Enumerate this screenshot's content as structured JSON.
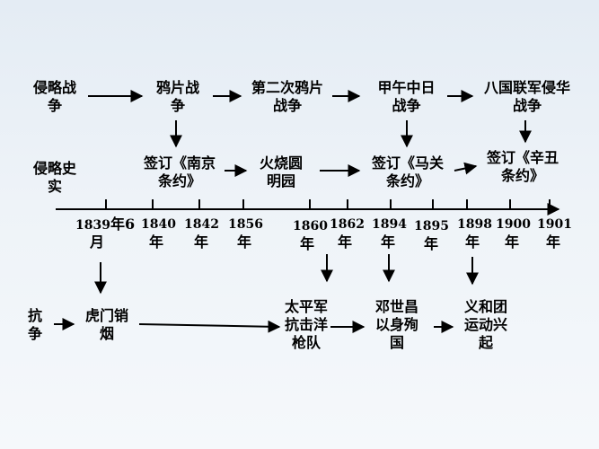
{
  "row_titles": {
    "aggression_war": [
      "侵略战",
      "争"
    ],
    "aggression_history": [
      "侵略史",
      "实"
    ],
    "resistance": [
      "抗",
      "争"
    ]
  },
  "wars": [
    {
      "lines": [
        "鸦片战",
        "争"
      ]
    },
    {
      "lines": [
        "第二次鸦片",
        "战争"
      ]
    },
    {
      "lines": [
        "甲午中日",
        "战争"
      ]
    },
    {
      "lines": [
        "八国联军侵华",
        "战争"
      ]
    }
  ],
  "history": [
    {
      "lines": [
        "签订《南京",
        "条约》"
      ]
    },
    {
      "lines": [
        "火烧圆",
        "明园"
      ]
    },
    {
      "lines": [
        "签订《马关",
        "条约》"
      ]
    },
    {
      "lines": [
        "签订《辛丑",
        "条约》"
      ]
    }
  ],
  "timeline": {
    "years": [
      {
        "year": "1839",
        "unit": "年6",
        "unit2": "月"
      },
      {
        "year": "1840",
        "unit": "年"
      },
      {
        "year": "1842",
        "unit": "年"
      },
      {
        "year": "1856",
        "unit": "年"
      },
      {
        "year": "1860",
        "unit": "年"
      },
      {
        "year": "1862",
        "unit": "年"
      },
      {
        "year": "1894",
        "unit": "年"
      },
      {
        "year": "1895",
        "unit": "年"
      },
      {
        "year": "1898",
        "unit": "年"
      },
      {
        "year": "1900",
        "unit": "年"
      },
      {
        "year": "1901",
        "unit": "年"
      }
    ]
  },
  "resistance": [
    {
      "lines": [
        "虎门销",
        "烟"
      ]
    },
    {
      "lines": [
        "太平军",
        "抗击洋",
        "枪队"
      ]
    },
    {
      "lines": [
        "邓世昌",
        "以身殉",
        "国"
      ]
    },
    {
      "lines": [
        "义和团",
        "运动兴",
        "起"
      ]
    }
  ],
  "colors": {
    "text": "#000000",
    "line": "#000000"
  }
}
